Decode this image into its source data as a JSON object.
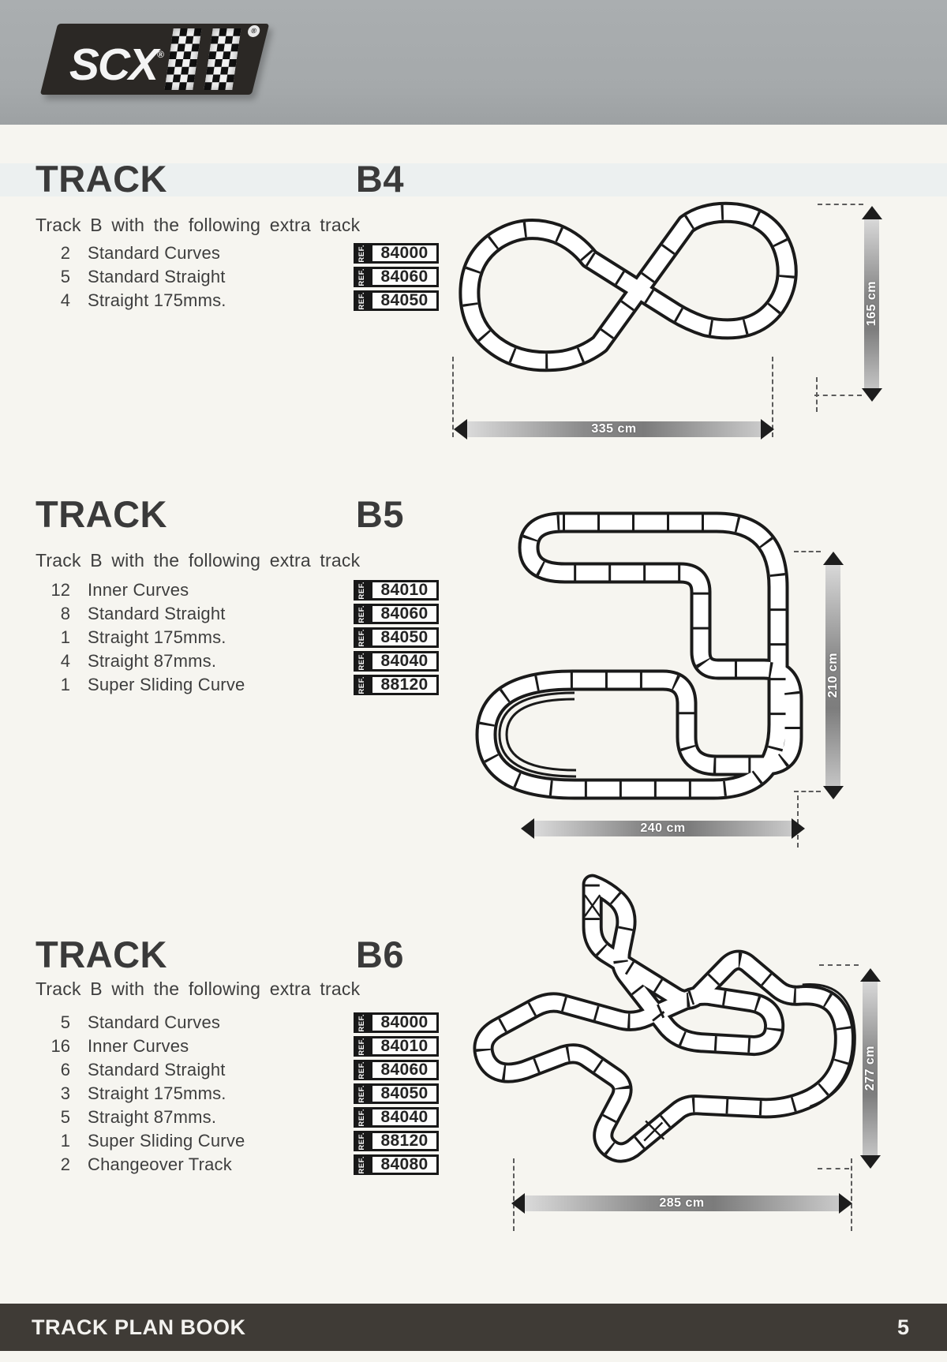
{
  "header": {
    "logo_text": "SCX",
    "registered_mark": "®"
  },
  "ref_label": "REF.",
  "sections": [
    {
      "title": "TRACK",
      "code": "B4",
      "subtitle": "Track B with the following extra track",
      "items": [
        {
          "qty": "2",
          "name": "Standard Curves",
          "ref": "84000"
        },
        {
          "qty": "5",
          "name": "Standard Straight",
          "ref": "84060"
        },
        {
          "qty": "4",
          "name": "Straight 175mms.",
          "ref": "84050"
        }
      ],
      "dimensions": {
        "width": "335 cm",
        "height": "165 cm"
      }
    },
    {
      "title": "TRACK",
      "code": "B5",
      "subtitle": "Track B with the following extra track",
      "items": [
        {
          "qty": "12",
          "name": "Inner Curves",
          "ref": "84010"
        },
        {
          "qty": "8",
          "name": "Standard Straight",
          "ref": "84060"
        },
        {
          "qty": "1",
          "name": "Straight 175mms.",
          "ref": "84050"
        },
        {
          "qty": "4",
          "name": "Straight 87mms.",
          "ref": "84040"
        },
        {
          "qty": "1",
          "name": "Super Sliding Curve",
          "ref": "88120"
        }
      ],
      "dimensions": {
        "width": "240 cm",
        "height": "210 cm"
      }
    },
    {
      "title": "TRACK",
      "code": "B6",
      "subtitle": "Track B with the following extra track",
      "items": [
        {
          "qty": "5",
          "name": "Standard Curves",
          "ref": "84000"
        },
        {
          "qty": "16",
          "name": "Inner Curves",
          "ref": "84010"
        },
        {
          "qty": "6",
          "name": "Standard Straight",
          "ref": "84060"
        },
        {
          "qty": "3",
          "name": "Straight 175mms.",
          "ref": "84050"
        },
        {
          "qty": "5",
          "name": "Straight 87mms.",
          "ref": "84040"
        },
        {
          "qty": "1",
          "name": "Super Sliding Curve",
          "ref": "88120"
        },
        {
          "qty": "2",
          "name": "Changeover Track",
          "ref": "84080"
        }
      ],
      "dimensions": {
        "width": "285 cm",
        "height": "277 cm"
      }
    }
  ],
  "footer": {
    "title": "TRACK PLAN BOOK",
    "page_number": "5"
  },
  "colors": {
    "header_bg": "#a8acae",
    "footer_bg": "#3f3b36",
    "logo_bg": "#2b2825",
    "track_line": "#1a1a1a",
    "dim_bar_text": "#ffffff"
  }
}
